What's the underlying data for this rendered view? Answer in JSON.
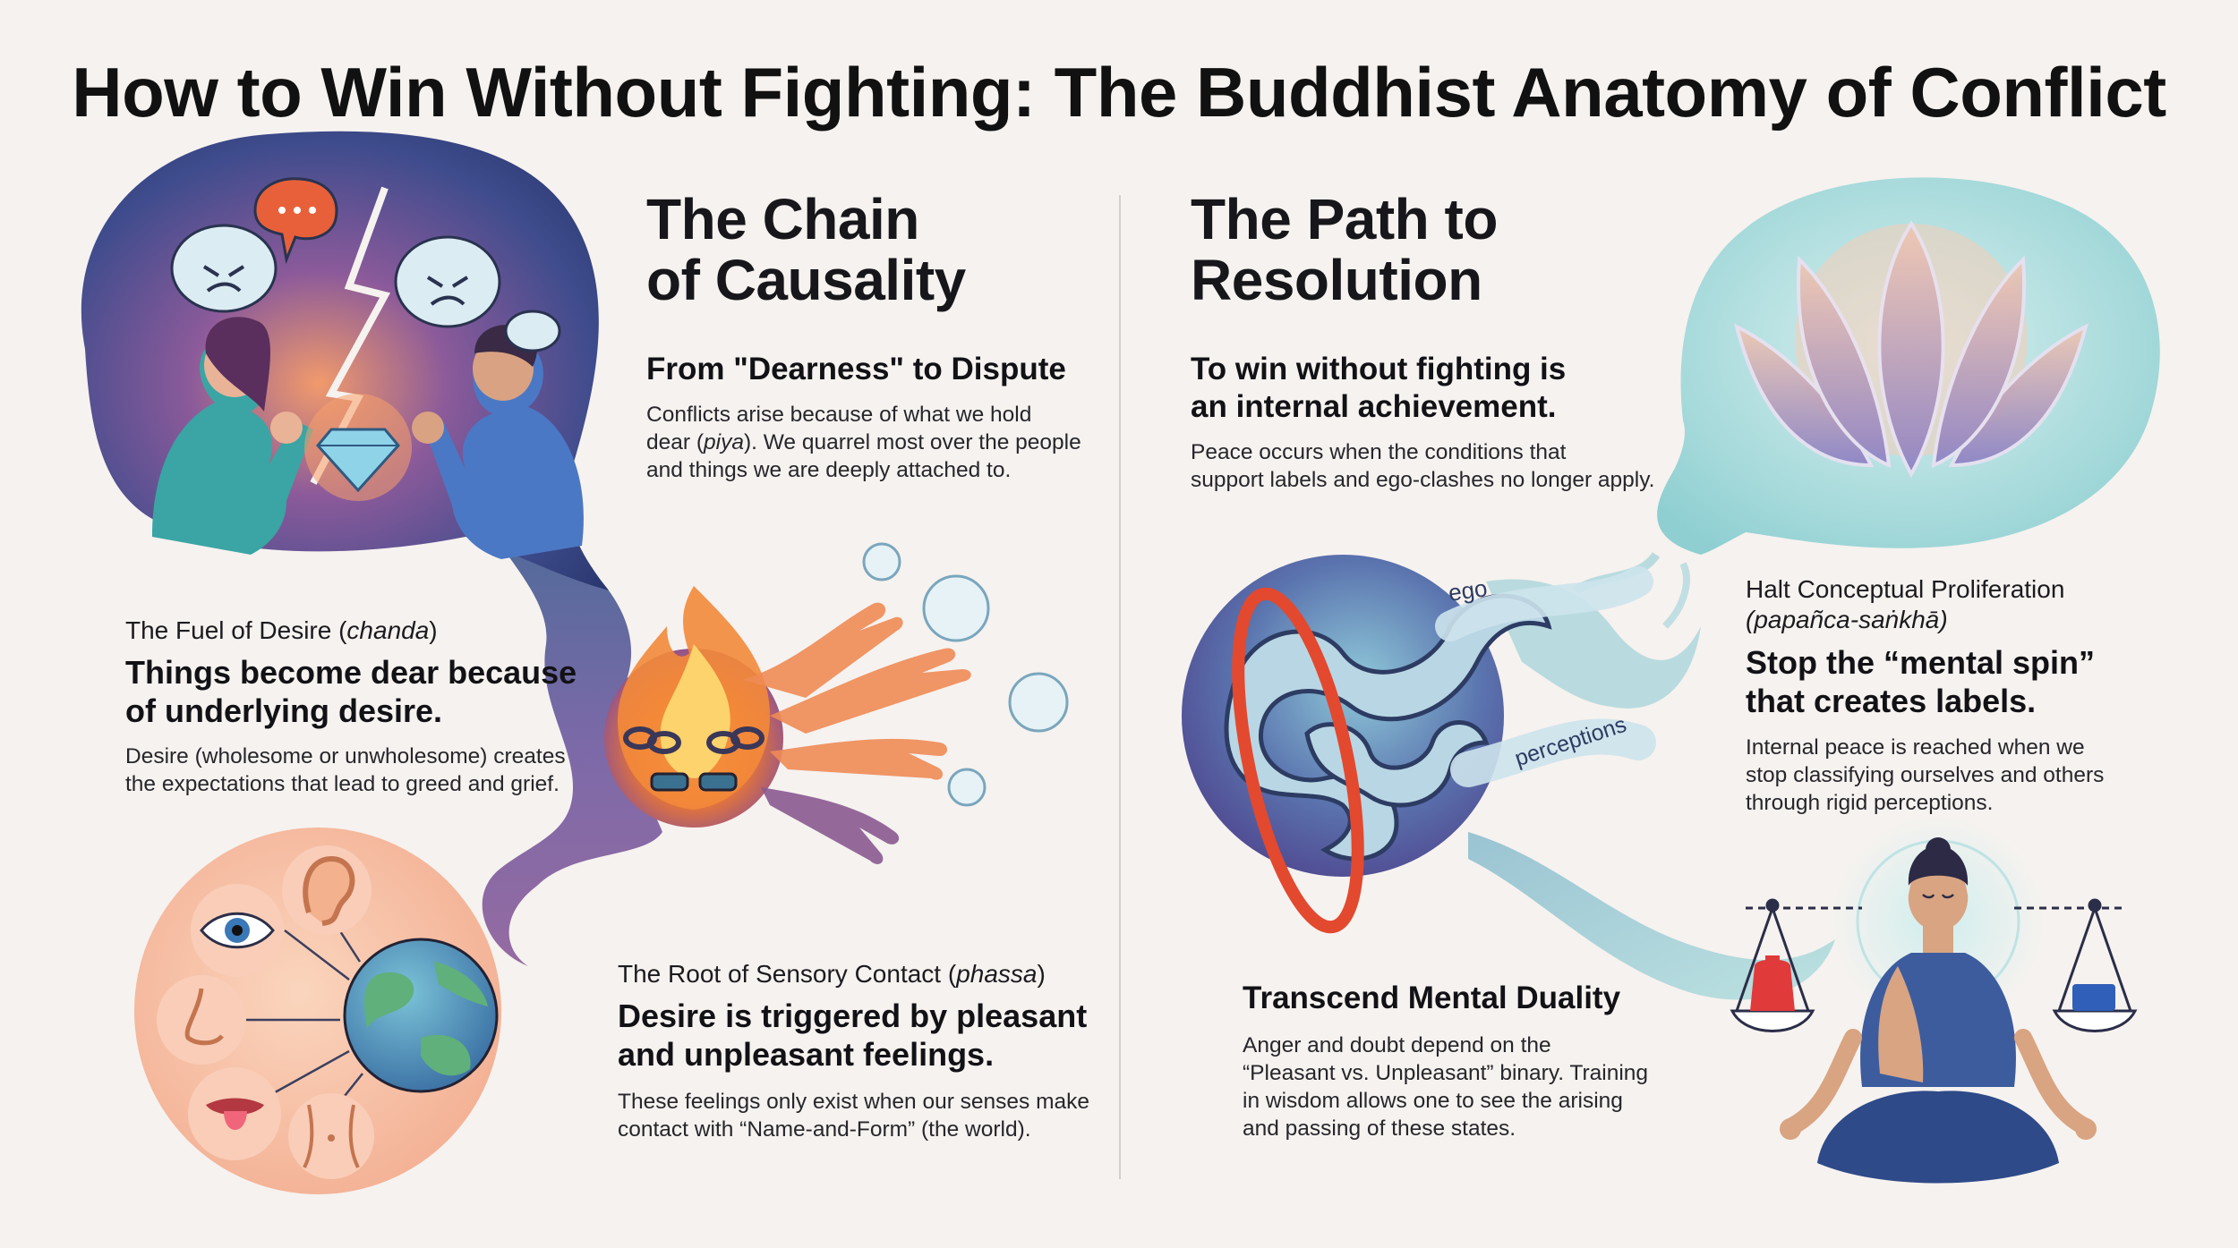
{
  "title": "How to Win Without Fighting: The Buddhist Anatomy of Conflict",
  "left": {
    "heading_line1": "The Chain",
    "heading_line2": "of Causality",
    "dearness": {
      "subheading": "From \"Dearness\" to Dispute",
      "body_line1": "Conflicts arise because of what we hold",
      "body_line2_pre": "dear (",
      "body_line2_term": "piya",
      "body_line2_post": "). We quarrel most over the people",
      "body_line3": "and things we are deeply attached to."
    },
    "desire": {
      "kicker_text": "The Fuel of Desire (",
      "kicker_term": "chanda",
      "kicker_close": ")",
      "headline_line1": "Things become dear because",
      "headline_line2": "of underlying desire.",
      "body_line1": "Desire (wholesome or unwholesome) creates",
      "body_line2": "the expectations that lead to greed and grief."
    },
    "contact": {
      "kicker_text": "The Root of Sensory Contact (",
      "kicker_term": "phassa",
      "kicker_close": ")",
      "headline_line1": "Desire is triggered by pleasant",
      "headline_line2": "and unpleasant feelings.",
      "body_line1": "These feelings only exist when our senses make",
      "body_line2": "contact with “Name-and-Form” (the world)."
    }
  },
  "right": {
    "heading_line1": "The Path to",
    "heading_line2": "Resolution",
    "internal": {
      "headline_line1": "To win without fighting is",
      "headline_line2": "an internal achievement.",
      "body_line1": "Peace occurs when the conditions that",
      "body_line2": "support labels and ego-clashes no longer apply."
    },
    "proliferation": {
      "kicker": "Halt Conceptual Proliferation",
      "kicker_term": "(papañca-saṅkhā)",
      "headline_line1": "Stop the “mental spin”",
      "headline_line2": "that creates labels.",
      "body_line1": "Internal peace is reached when we",
      "body_line2": "stop classifying ourselves and others",
      "body_line3": "through rigid perceptions."
    },
    "duality": {
      "headline": "Transcend Mental Duality",
      "body_line1": "Anger and doubt depend on the",
      "body_line2": "“Pleasant vs. Unpleasant” binary. Training",
      "body_line3": "in wisdom allows one to see the arising",
      "body_line4": "and passing of these states."
    },
    "tangle_labels": {
      "ego": "ego",
      "perceptions": "perceptions"
    }
  },
  "colors": {
    "background": "#f6f2ef",
    "conflict_bubble": "#3b4f8c",
    "flame": "#f07a2e",
    "lotus_bubble": "#a9dcdc",
    "tangle_bubble": "#5a6aa8",
    "robe": "#3d5c9e",
    "weight_red": "#e03a3a",
    "weight_blue": "#2f5fb8"
  },
  "icons": [
    "speech-bubble-icon",
    "lightning-icon",
    "diamond-icon",
    "flame-icon",
    "chain-icon",
    "hand-icon",
    "eye-icon",
    "ear-icon",
    "nose-icon",
    "tongue-icon",
    "body-icon",
    "globe-icon",
    "lotus-icon",
    "tangle-icon",
    "ring-icon",
    "meditating-figure-icon",
    "scale-icon"
  ]
}
